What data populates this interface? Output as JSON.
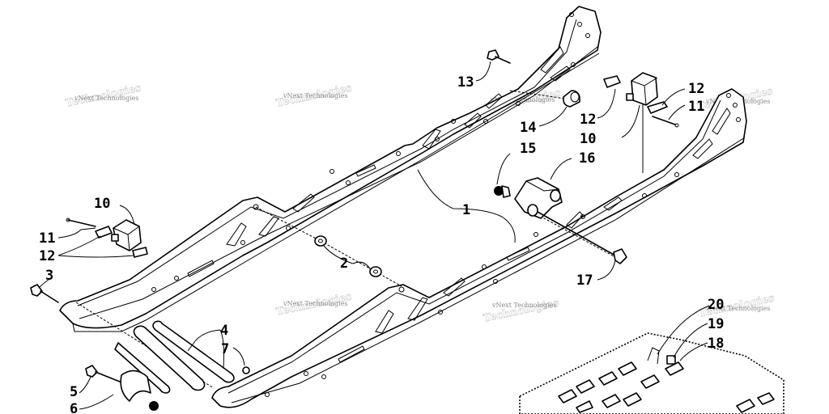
{
  "watermark": {
    "text": "vNext Technologies"
  },
  "callouts": [
    {
      "id": "c13",
      "label": "13"
    },
    {
      "id": "c14",
      "label": "14"
    },
    {
      "id": "c12a",
      "label": "12"
    },
    {
      "id": "c10a",
      "label": "10"
    },
    {
      "id": "c12b",
      "label": "12"
    },
    {
      "id": "c11a",
      "label": "11"
    },
    {
      "id": "c15",
      "label": "15"
    },
    {
      "id": "c16",
      "label": "16"
    },
    {
      "id": "c1",
      "label": "1"
    },
    {
      "id": "c10b",
      "label": "10"
    },
    {
      "id": "c11b",
      "label": "11"
    },
    {
      "id": "c12c",
      "label": "12"
    },
    {
      "id": "c3",
      "label": "3"
    },
    {
      "id": "c2",
      "label": "2"
    },
    {
      "id": "c17",
      "label": "17"
    },
    {
      "id": "c4",
      "label": "4"
    },
    {
      "id": "c7",
      "label": "7"
    },
    {
      "id": "c5",
      "label": "5"
    },
    {
      "id": "c6",
      "label": "6"
    },
    {
      "id": "c20",
      "label": "20"
    },
    {
      "id": "c19",
      "label": "19"
    },
    {
      "id": "c18",
      "label": "18"
    }
  ]
}
